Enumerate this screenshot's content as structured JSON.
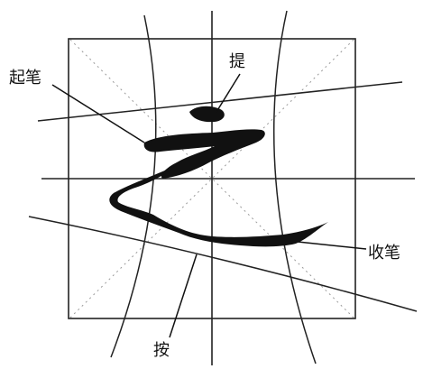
{
  "labels": {
    "start_stroke": "起笔",
    "lift": "提",
    "end_stroke": "收笔",
    "press": "按"
  },
  "colors": {
    "ink": "#111111",
    "frame": "#222222",
    "diag": "#9a9a9a",
    "background": "#ffffff"
  }
}
